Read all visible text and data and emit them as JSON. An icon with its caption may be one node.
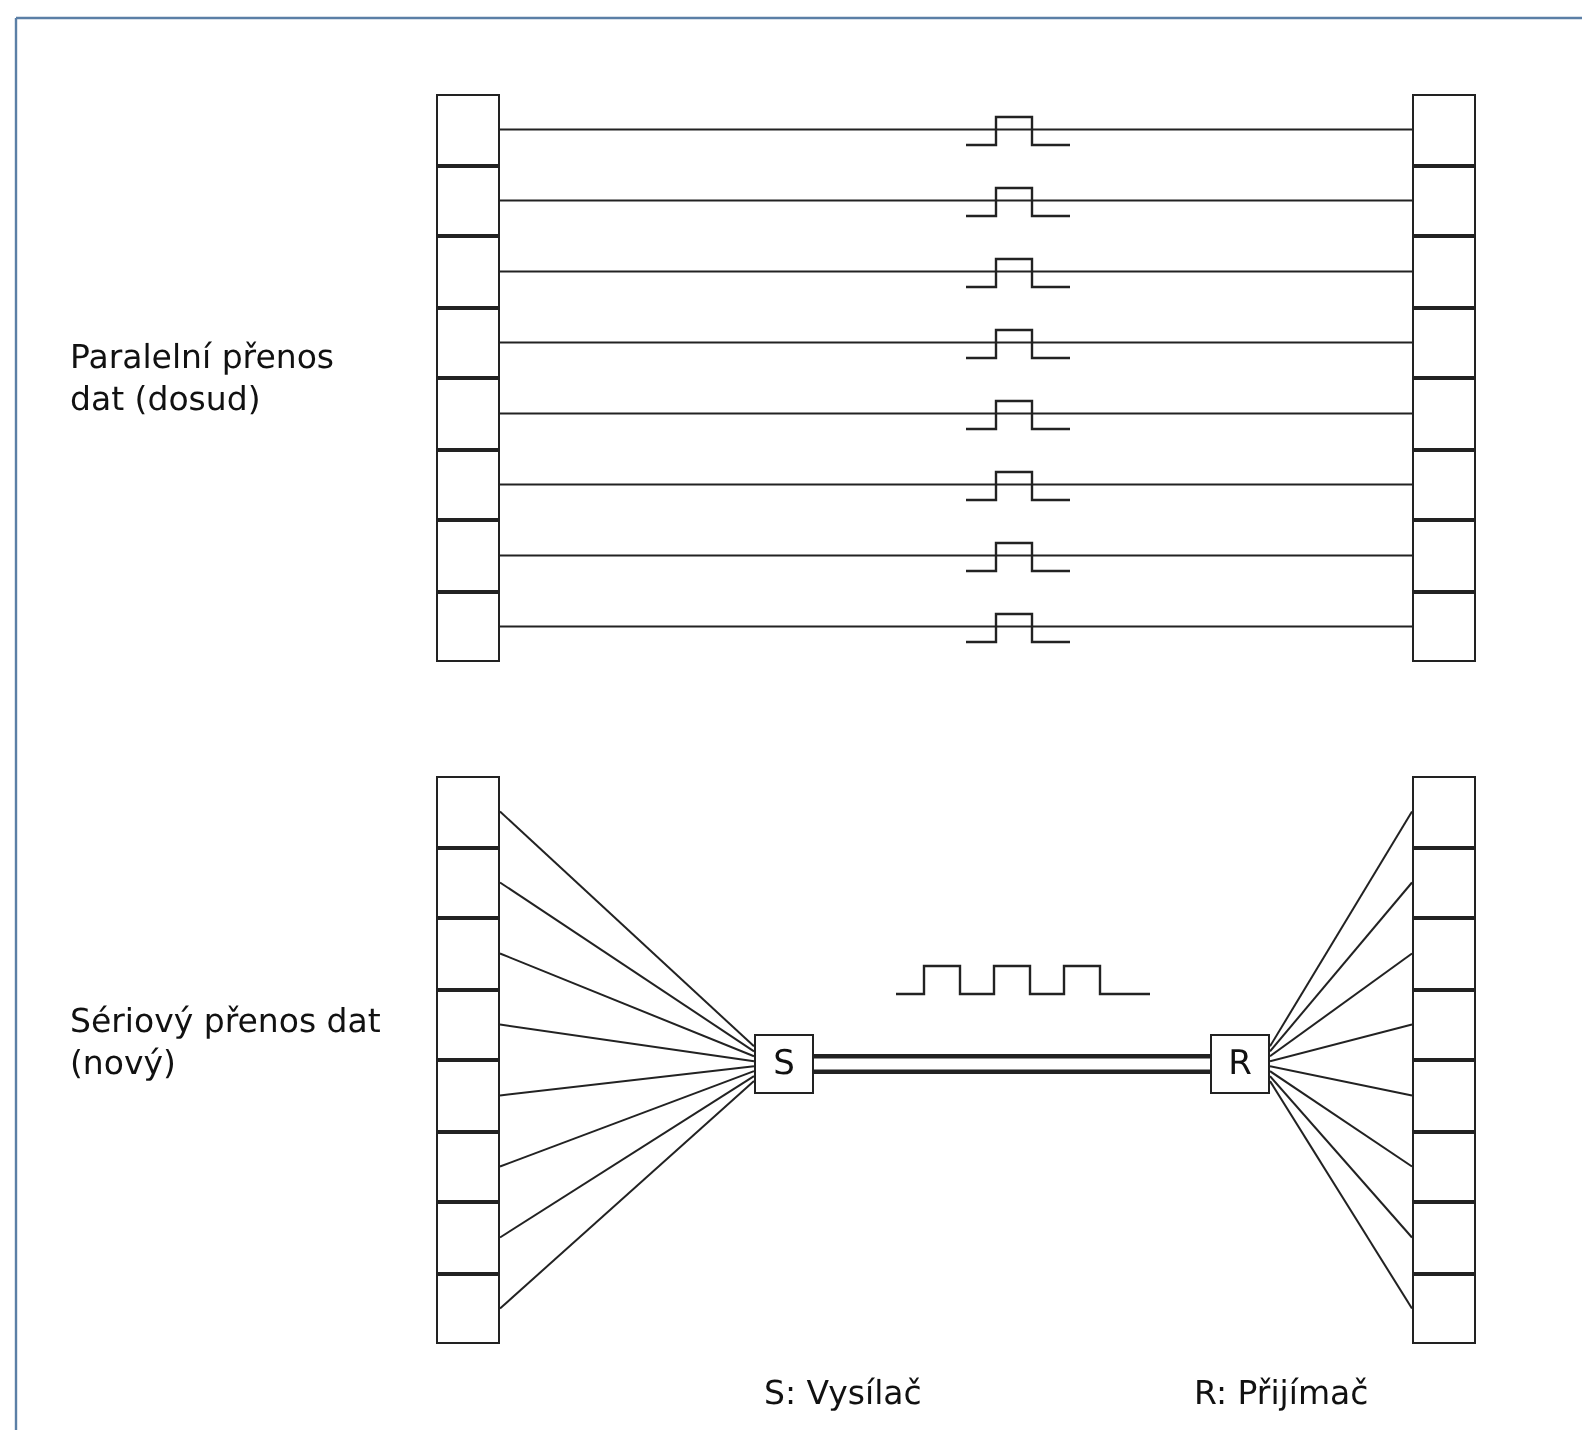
{
  "diagram": {
    "nodes": [
      {
        "text": [],
        "shape": "box"
      },
      {
        "text": [],
        "shape": "box"
      },
      {
        "text": [],
        "shape": "box"
      },
      {
        "text": [],
        "shape": "box"
      },
      {
        "text": [],
        "shape": "box"
      },
      {
        "text": [],
        "shape": "box"
      },
      {
        "text": [],
        "shape": "box"
      },
      {
        "text": [],
        "shape": "box"
      },
      {
        "text": [],
        "shape": "box"
      },
      {
        "text": [],
        "shape": "box"
      },
      {
        "text": [],
        "shape": "box"
      },
      {
        "text": [],
        "shape": "box"
      },
      {
        "text": [],
        "shape": "box"
      },
      {
        "text": [],
        "shape": "box"
      },
      {
        "text": [],
        "shape": "box"
      },
      {
        "text": [],
        "shape": "box"
      },
      {
        "text": [],
        "shape": "box"
      },
      {
        "text": [],
        "shape": "box"
      },
      {
        "text": [],
        "shape": "box"
      },
      {
        "text": [],
        "shape": "box"
      },
      {
        "text": [],
        "shape": "box"
      },
      {
        "text": [],
        "shape": "box"
      },
      {
        "text": [],
        "shape": "box"
      },
      {
        "text": [],
        "shape": "box"
      },
      {
        "text": [
          "S"
        ]
      },
      {
        "text": [
          "R"
        ]
      },
      {
        "text": [],
        "shape": "box"
      },
      {
        "text": [],
        "shape": "box"
      },
      {
        "text": [],
        "shape": "box"
      },
      {
        "text": [],
        "shape": "box"
      },
      {
        "text": [],
        "shape": "box"
      },
      {
        "text": [],
        "shape": "box"
      },
      {
        "text": [],
        "shape": "box"
      },
      {
        "text": [],
        "shape": "box"
      }
    ],
    "edges": [
      {
        "from": 0,
        "to": 8,
        "arrow": "none"
      },
      {
        "from": 1,
        "to": 9,
        "arrow": "none"
      },
      {
        "from": 2,
        "to": 10,
        "arrow": "none"
      },
      {
        "from": 3,
        "to": 11,
        "arrow": "none"
      },
      {
        "from": 4,
        "to": 12,
        "arrow": "none"
      },
      {
        "from": 5,
        "to": 13,
        "arrow": "none"
      },
      {
        "from": 6,
        "to": 14,
        "arrow": "none"
      },
      {
        "from": 7,
        "to": 15,
        "arrow": "none"
      },
      {
        "from": 16,
        "to": 24,
        "arrow": "none"
      },
      {
        "from": 17,
        "to": 24,
        "arrow": "none"
      },
      {
        "from": 18,
        "to": 24,
        "arrow": "none"
      },
      {
        "from": 19,
        "to": 24,
        "arrow": "none"
      },
      {
        "from": 20,
        "to": 24,
        "arrow": "none"
      },
      {
        "from": 21,
        "to": 24,
        "arrow": "none"
      },
      {
        "from": 22,
        "to": 24,
        "arrow": "none"
      },
      {
        "from": 23,
        "to": 24,
        "arrow": "none"
      },
      {
        "from": 24,
        "to": 25,
        "arrow": "none",
        "style": "thick"
      },
      {
        "from": 25,
        "to": 26,
        "arrow": "none"
      },
      {
        "from": 25,
        "to": 27,
        "arrow": "none"
      },
      {
        "from": 25,
        "to": 28,
        "arrow": "none"
      },
      {
        "from": 25,
        "to": 29,
        "arrow": "none"
      },
      {
        "from": 25,
        "to": 30,
        "arrow": "none"
      },
      {
        "from": 25,
        "to": 31,
        "arrow": "none"
      },
      {
        "from": 25,
        "to": 32,
        "arrow": "none"
      },
      {
        "from": 25,
        "to": 33,
        "arrow": "none"
      }
    ],
    "labels": [
      "Paralelní přenos dat (dosud)",
      "Sériový přenos dat (nový)",
      "S: Vysílač",
      "R: Přijímač"
    ]
  }
}
